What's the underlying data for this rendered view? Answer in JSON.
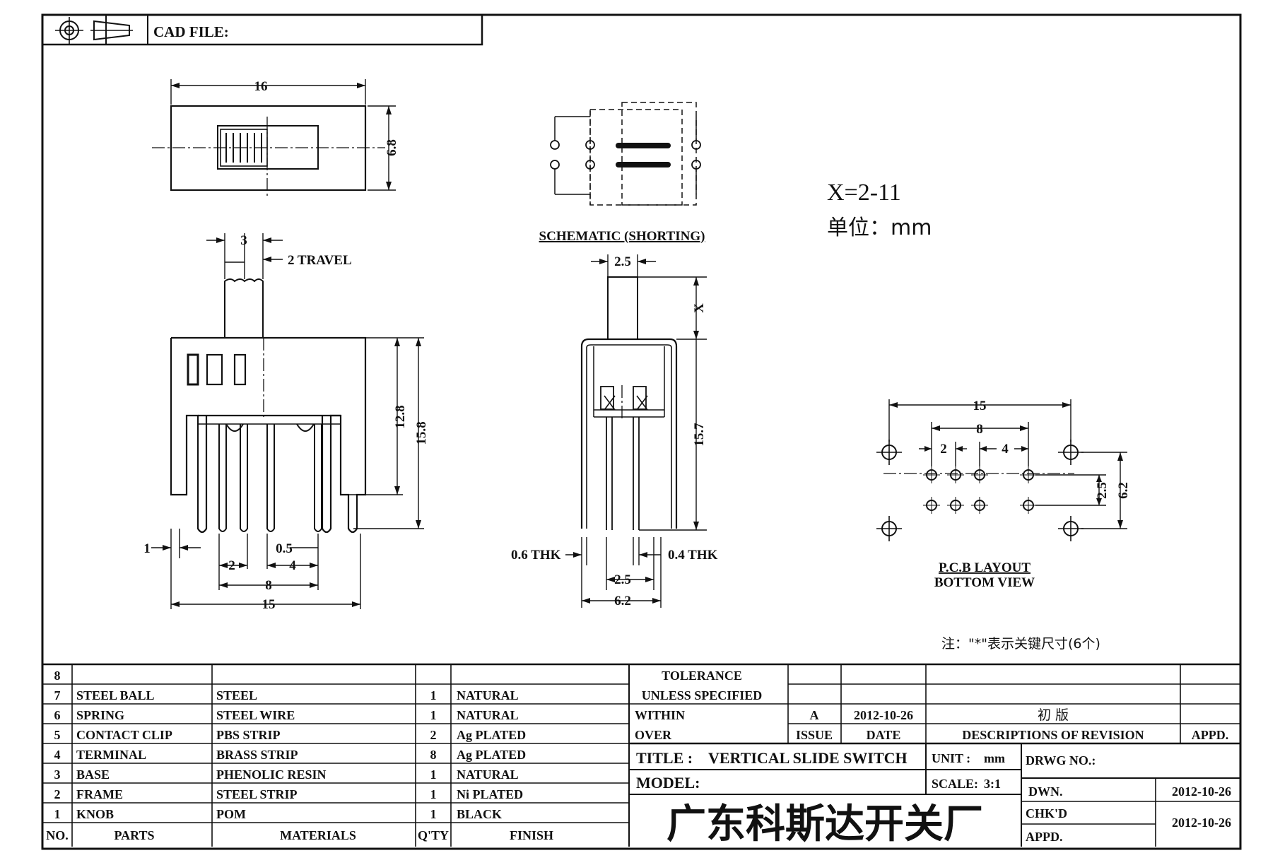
{
  "header": {
    "cad_file_label": "CAD FILE:",
    "projection_icon": "first-angle-projection-icon"
  },
  "drawing": {
    "top_view": {
      "width_dim": "16",
      "height_dim": "6.8"
    },
    "front_view": {
      "knob_width_dim": "3",
      "travel_dim": "2 TRAVEL",
      "height_12_8": "12.8",
      "height_15_8": "15.8",
      "dim_1": "1",
      "dim_0_5": "0.5",
      "dim_2": "2",
      "dim_4": "4",
      "dim_8": "8",
      "dim_15": "15"
    },
    "side_view": {
      "top_dim": "2.5",
      "x_dim": "X",
      "height_dim": "15.7",
      "thk_left": "0.6 THK",
      "thk_right": "0.4 THK",
      "pin_pitch": "2.5",
      "width_dim": "6.2"
    },
    "schematic_label": "SCHEMATIC (SHORTING)",
    "x_range": "X=2-11",
    "unit_note": "单位：mm",
    "pcb": {
      "dim_15": "15",
      "dim_8": "8",
      "dim_2": "2",
      "dim_4": "4",
      "dim_2_5": "2.5",
      "dim_6_2": "6.2",
      "label_line1": "P.C.B LAYOUT",
      "label_line2": "BOTTOM VIEW"
    },
    "note": "注：\"*\"表示关键尺寸(6个)"
  },
  "parts_table": {
    "headers": {
      "no": "NO.",
      "parts": "PARTS",
      "materials": "MATERIALS",
      "qty": "Q'TY",
      "finish": "FINISH"
    },
    "rows": [
      {
        "no": "8",
        "part": "",
        "material": "",
        "qty": "",
        "finish": ""
      },
      {
        "no": "7",
        "part": "STEEL BALL",
        "material": "STEEL",
        "qty": "1",
        "finish": "NATURAL"
      },
      {
        "no": "6",
        "part": "SPRING",
        "material": "STEEL WIRE",
        "qty": "1",
        "finish": "NATURAL"
      },
      {
        "no": "5",
        "part": "CONTACT CLIP",
        "material": "PBS STRIP",
        "qty": "2",
        "finish": "Ag PLATED"
      },
      {
        "no": "4",
        "part": "TERMINAL",
        "material": "BRASS STRIP",
        "qty": "8",
        "finish": "Ag PLATED"
      },
      {
        "no": "3",
        "part": "BASE",
        "material": "PHENOLIC RESIN",
        "qty": "1",
        "finish": "NATURAL"
      },
      {
        "no": "2",
        "part": "FRAME",
        "material": "STEEL STRIP",
        "qty": "1",
        "finish": "Ni PLATED"
      },
      {
        "no": "1",
        "part": "KNOB",
        "material": "POM",
        "qty": "1",
        "finish": "BLACK"
      }
    ]
  },
  "tolerance": {
    "line1": "TOLERANCE",
    "line2": "UNLESS  SPECIFIED",
    "within": "WITHIN",
    "over": "OVER"
  },
  "revision": {
    "issue": "A",
    "date": "2012-10-26",
    "description": "初 版",
    "headers": {
      "issue": "ISSUE",
      "date": "DATE",
      "description": "DESCRIPTIONS OF REVISION",
      "appd": "APPD."
    }
  },
  "title_block": {
    "title_label": "TITLE :",
    "title": "VERTICAL SLIDE SWITCH",
    "unit_label": "UNIT :",
    "unit": "mm",
    "drwg_label": "DRWG NO.:",
    "model_label": "MODEL:",
    "scale_label": "SCALE:",
    "scale": "3:1",
    "dwn_label": "DWN.",
    "dwn_date": "2012-10-26",
    "chkd_label": "CHK'D",
    "chkd_date": "2012-10-26",
    "appd_label": "APPD.",
    "company": "广东科斯达开关厂"
  }
}
